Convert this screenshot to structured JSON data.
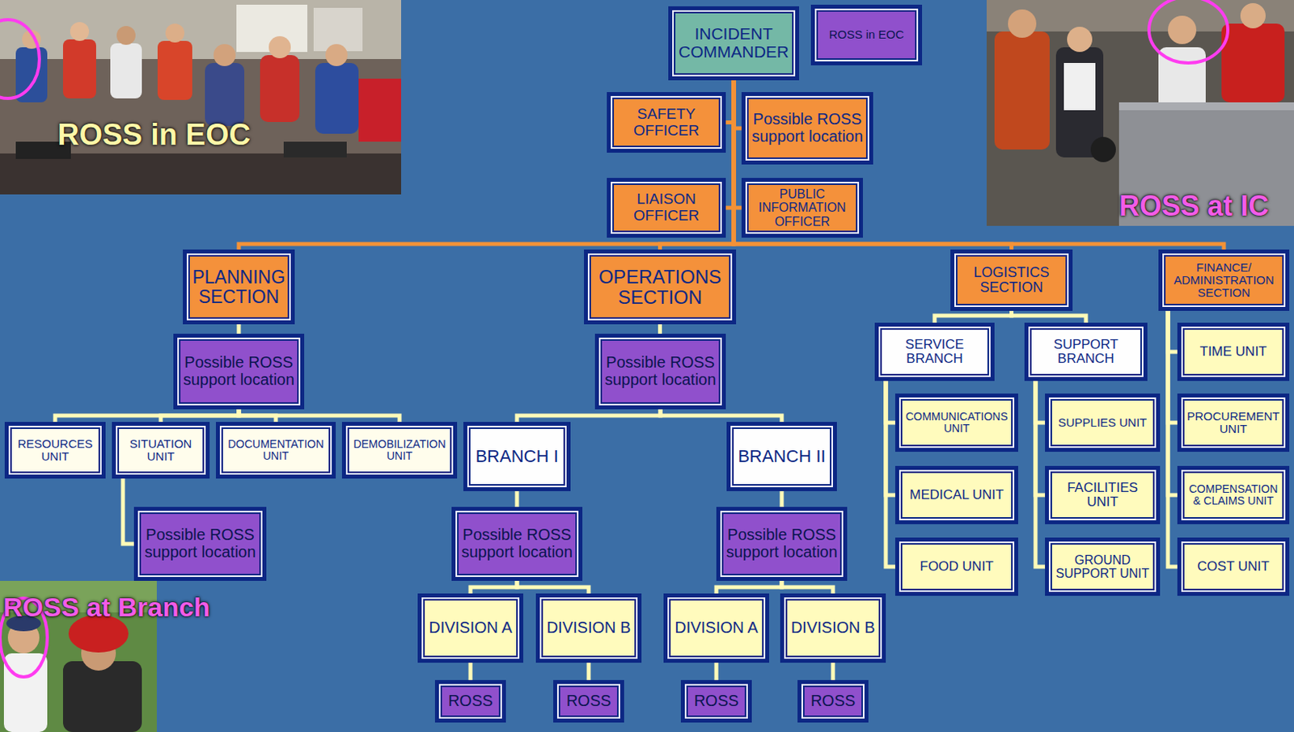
{
  "diagram": {
    "nodes": [
      {
        "text": [
          "INCIDENT COMMANDER"
        ]
      },
      {
        "text": [
          "ROSS in EOC"
        ]
      },
      {
        "text": [
          "SAFETY OFFICER"
        ]
      },
      {
        "text": [
          "Possible ROSS support location"
        ]
      },
      {
        "text": [
          "LIAISON OFFICER"
        ]
      },
      {
        "text": [
          "PUBLIC INFORMATION OFFICER"
        ]
      },
      {
        "text": [
          "PLANNING SECTION"
        ]
      },
      {
        "text": [
          "OPERATIONS SECTION"
        ]
      },
      {
        "text": [
          "LOGISTICS SECTION"
        ]
      },
      {
        "text": [
          "FINANCE/ ADMINISTRATION SECTION"
        ]
      },
      {
        "text": [
          "Possible ROSS support location"
        ]
      },
      {
        "text": [
          "Possible ROSS support location"
        ]
      },
      {
        "text": [
          "SERVICE BRANCH"
        ]
      },
      {
        "text": [
          "SUPPORT BRANCH"
        ]
      },
      {
        "text": [
          "TIME UNIT"
        ]
      },
      {
        "text": [
          "RESOURCES UNIT"
        ]
      },
      {
        "text": [
          "SITUATION UNIT"
        ]
      },
      {
        "text": [
          "DOCUMENTATION UNIT"
        ]
      },
      {
        "text": [
          "DEMOBILIZATION UNIT"
        ]
      },
      {
        "text": [
          "BRANCH I"
        ]
      },
      {
        "text": [
          "BRANCH II"
        ]
      },
      {
        "text": [
          "COMMUNICATIONS UNIT"
        ]
      },
      {
        "text": [
          "SUPPLIES UNIT"
        ]
      },
      {
        "text": [
          "PROCUREMENT UNIT"
        ]
      },
      {
        "text": [
          "Possible ROSS support location"
        ]
      },
      {
        "text": [
          "Possible ROSS support location"
        ]
      },
      {
        "text": [
          "Possible ROSS support location"
        ]
      },
      {
        "text": [
          "MEDICAL UNIT"
        ]
      },
      {
        "text": [
          "FACILITIES UNIT"
        ]
      },
      {
        "text": [
          "COMPENSATION & CLAIMS UNIT"
        ]
      },
      {
        "text": [
          "FOOD UNIT"
        ]
      },
      {
        "text": [
          "GROUND SUPPORT UNIT"
        ]
      },
      {
        "text": [
          "COST UNIT"
        ]
      },
      {
        "text": [
          "DIVISION A"
        ]
      },
      {
        "text": [
          "DIVISION B"
        ]
      },
      {
        "text": [
          "DIVISION A"
        ]
      },
      {
        "text": [
          "DIVISION B"
        ]
      },
      {
        "text": [
          "ROSS"
        ]
      },
      {
        "text": [
          "ROSS"
        ]
      },
      {
        "text": [
          "ROSS"
        ]
      },
      {
        "text": [
          "ROSS"
        ]
      }
    ],
    "edges": [
      {
        "from": 0,
        "to": 2,
        "arrow": "none"
      },
      {
        "from": 0,
        "to": 3,
        "arrow": "none"
      },
      {
        "from": 0,
        "to": 4,
        "arrow": "none"
      },
      {
        "from": 0,
        "to": 5,
        "arrow": "none"
      },
      {
        "from": 0,
        "to": 6,
        "arrow": "none"
      },
      {
        "from": 0,
        "to": 7,
        "arrow": "none"
      },
      {
        "from": 0,
        "to": 8,
        "arrow": "none"
      },
      {
        "from": 0,
        "to": 9,
        "arrow": "none"
      },
      {
        "from": 6,
        "to": 10,
        "arrow": "none"
      },
      {
        "from": 10,
        "to": 15,
        "arrow": "none"
      },
      {
        "from": 10,
        "to": 16,
        "arrow": "none"
      },
      {
        "from": 10,
        "to": 17,
        "arrow": "none"
      },
      {
        "from": 10,
        "to": 18,
        "arrow": "none"
      },
      {
        "from": 16,
        "to": 24,
        "arrow": "none"
      },
      {
        "from": 7,
        "to": 11,
        "arrow": "none"
      },
      {
        "from": 11,
        "to": 19,
        "arrow": "none"
      },
      {
        "from": 11,
        "to": 20,
        "arrow": "none"
      },
      {
        "from": 19,
        "to": 25,
        "arrow": "none"
      },
      {
        "from": 25,
        "to": 33,
        "arrow": "none"
      },
      {
        "from": 25,
        "to": 34,
        "arrow": "none"
      },
      {
        "from": 20,
        "to": 26,
        "arrow": "none"
      },
      {
        "from": 26,
        "to": 35,
        "arrow": "none"
      },
      {
        "from": 26,
        "to": 36,
        "arrow": "none"
      },
      {
        "from": 33,
        "to": 37,
        "arrow": "none"
      },
      {
        "from": 34,
        "to": 38,
        "arrow": "none"
      },
      {
        "from": 35,
        "to": 39,
        "arrow": "none"
      },
      {
        "from": 36,
        "to": 40,
        "arrow": "none"
      },
      {
        "from": 8,
        "to": 12,
        "arrow": "none"
      },
      {
        "from": 8,
        "to": 13,
        "arrow": "none"
      },
      {
        "from": 12,
        "to": 21,
        "arrow": "none"
      },
      {
        "from": 12,
        "to": 27,
        "arrow": "none"
      },
      {
        "from": 12,
        "to": 30,
        "arrow": "none"
      },
      {
        "from": 13,
        "to": 22,
        "arrow": "none"
      },
      {
        "from": 13,
        "to": 28,
        "arrow": "none"
      },
      {
        "from": 13,
        "to": 31,
        "arrow": "none"
      },
      {
        "from": 9,
        "to": 14,
        "arrow": "none"
      },
      {
        "from": 9,
        "to": 23,
        "arrow": "none"
      },
      {
        "from": 9,
        "to": 29,
        "arrow": "none"
      },
      {
        "from": 9,
        "to": 32,
        "arrow": "none"
      }
    ],
    "labels": [
      "ROSS in EOC",
      "ROSS at IC",
      "ROSS at Branch"
    ]
  }
}
